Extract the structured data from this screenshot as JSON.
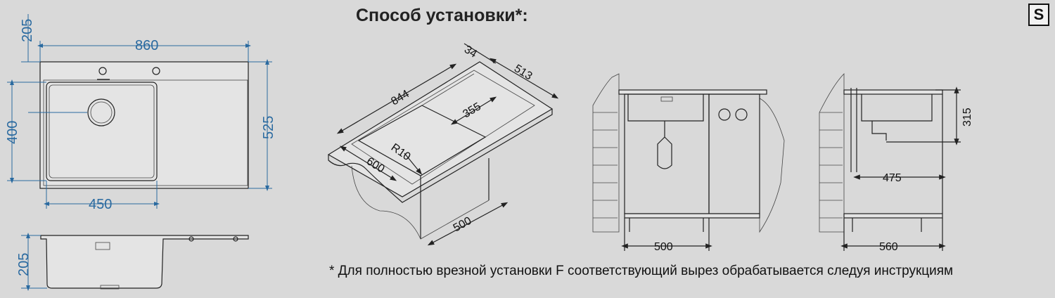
{
  "title": "Способ установки*:",
  "badge": "S",
  "footnote": "* Для полностью врезной установки F соответствующий вырез обрабатывается следуя инструкциям",
  "top_view": {
    "w": "860",
    "h_total": "525",
    "h_bowl": "400",
    "w_bowl": "450",
    "offset_top": "205"
  },
  "side_view": {
    "depth": "205"
  },
  "iso_view": {
    "len": "844",
    "depth": "513",
    "edge": "34",
    "bowl": "355",
    "radius": "R10",
    "width": "600",
    "cab": "500"
  },
  "install_1": {
    "cab": "500"
  },
  "install_2": {
    "cab": "560",
    "drain": "475",
    "height": "315"
  },
  "colors": {
    "dimension": "#2a6aa0",
    "line": "#222222",
    "background": "#d9d9d9"
  }
}
